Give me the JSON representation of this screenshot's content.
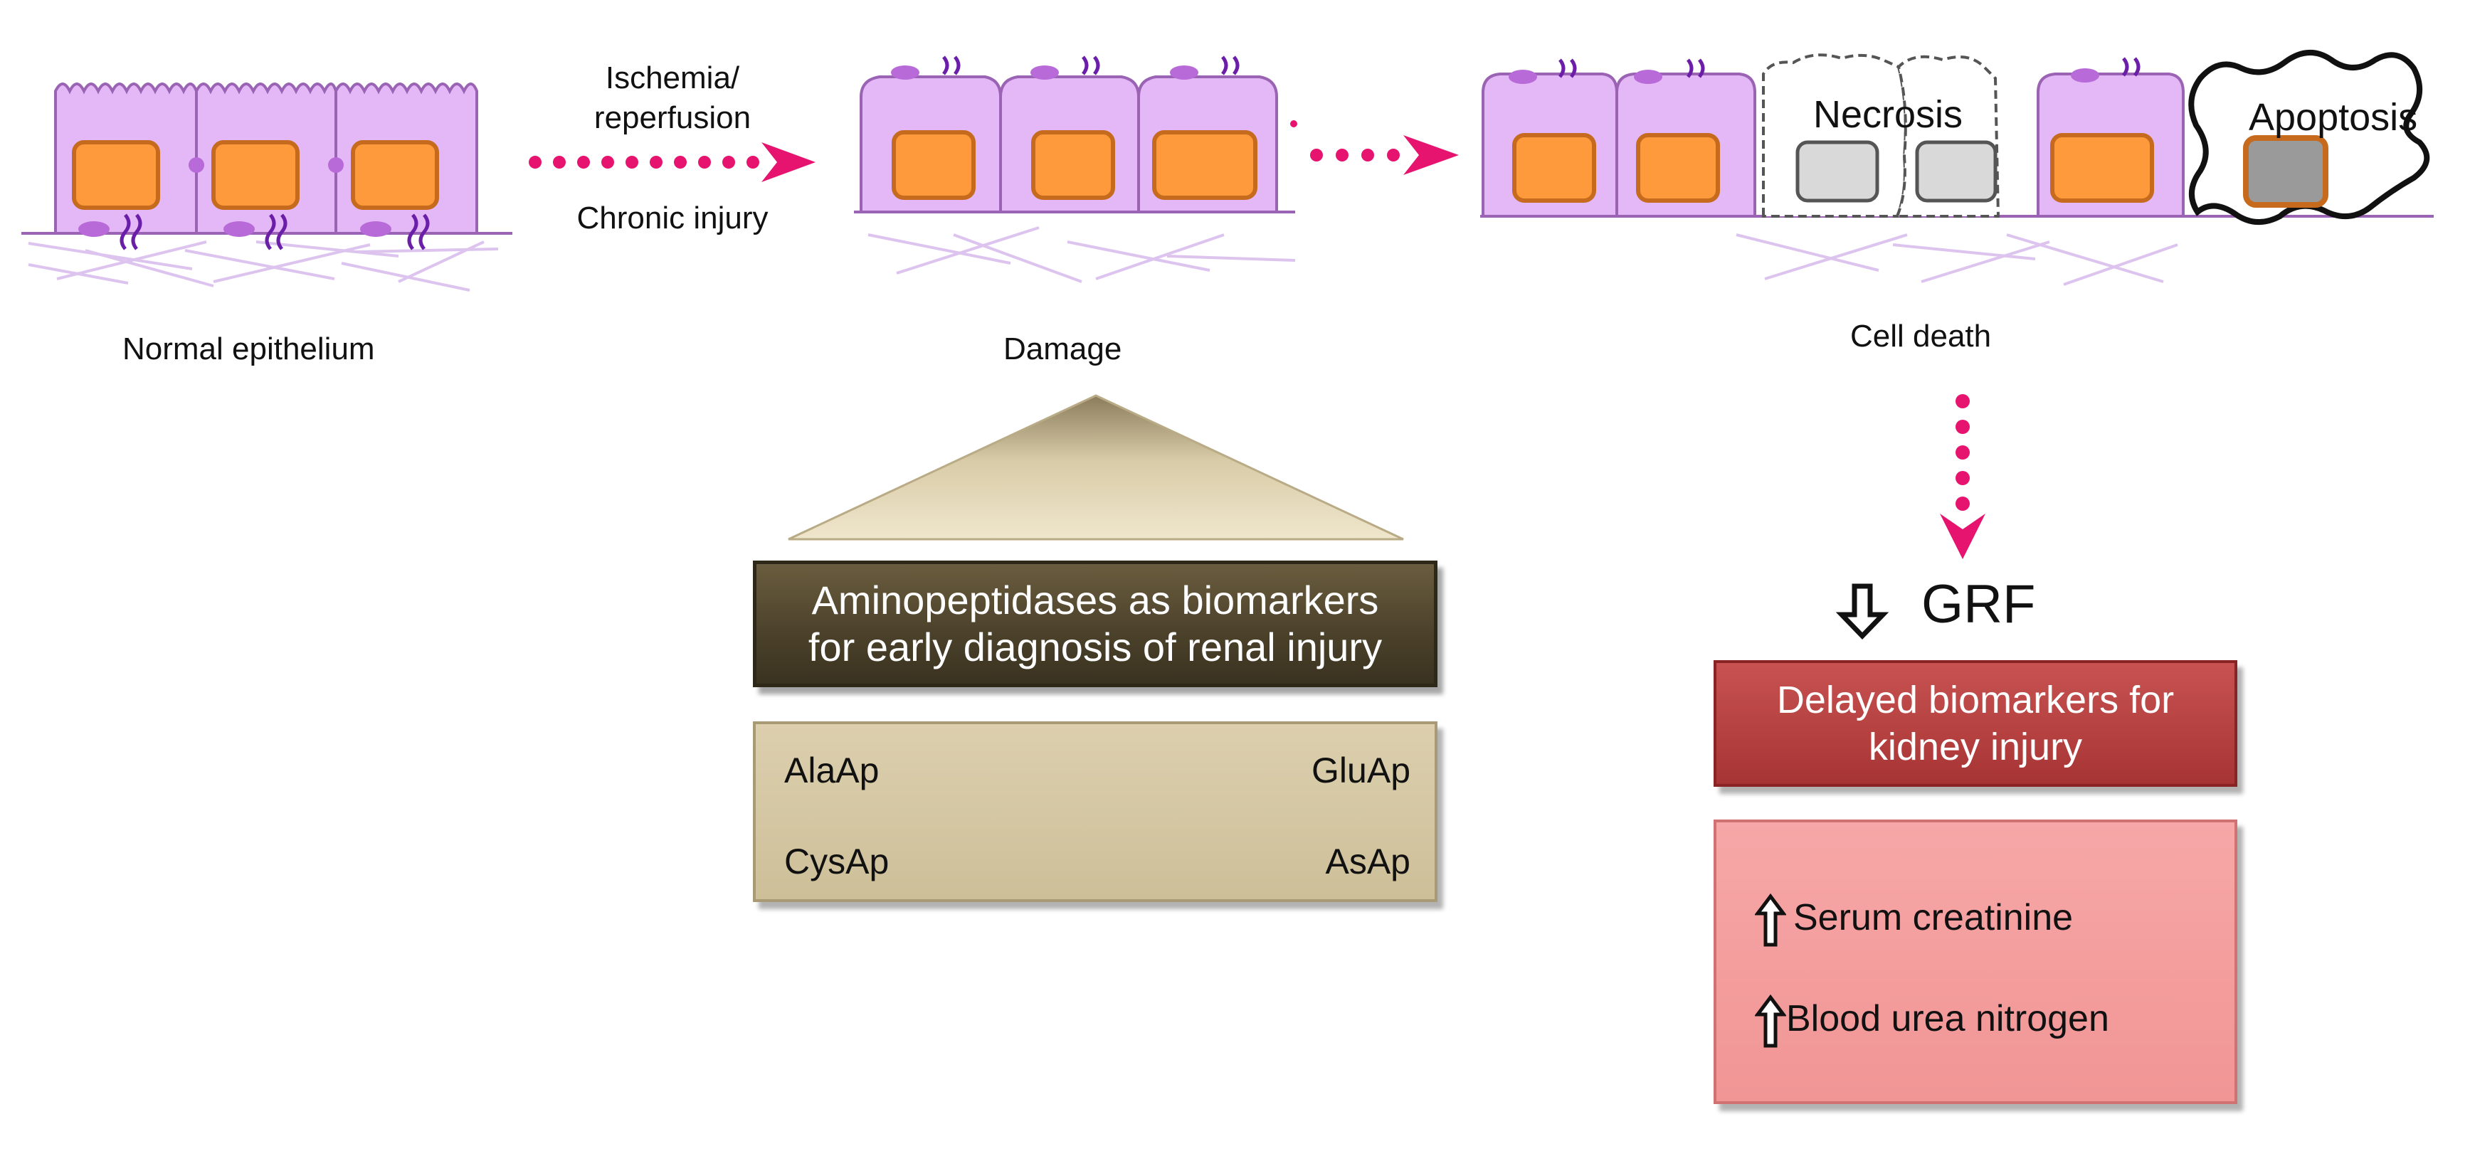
{
  "stages": {
    "normal": "Normal  epithelium",
    "damage": "Damage",
    "cell_death": "Cell death"
  },
  "arrow1": {
    "top_label": "Ischemia/\nreperfusion",
    "bottom_label": "Chronic injury"
  },
  "cell_labels": {
    "necrosis": "Necrosis",
    "apoptosis": "Apoptosis"
  },
  "aminopeptidases": {
    "title": "Aminopeptidases as biomarkers for early diagnosis of renal injury",
    "items": [
      "AlaAp",
      "GluAp",
      "CysAp",
      "AsAp"
    ]
  },
  "grf": {
    "label": "GRF",
    "arrow_icon": "down-arrow-icon"
  },
  "delayed": {
    "title": "Delayed biomarkers for kidney injury",
    "items": [
      "Serum creatinine",
      "Blood urea nitrogen"
    ],
    "arrow_icon": "up-arrow-icon"
  },
  "colors": {
    "cell_fill": "#e4b8f7",
    "cell_stroke": "#9a63b4",
    "nucleus_fill": "#ff9a3c",
    "nucleus_stroke": "#c66a1e",
    "arrow_dots": "#e6146e",
    "membrane": "#9a63b4",
    "junction": "#6b1fa8",
    "fiber": "#dcc4ef"
  }
}
